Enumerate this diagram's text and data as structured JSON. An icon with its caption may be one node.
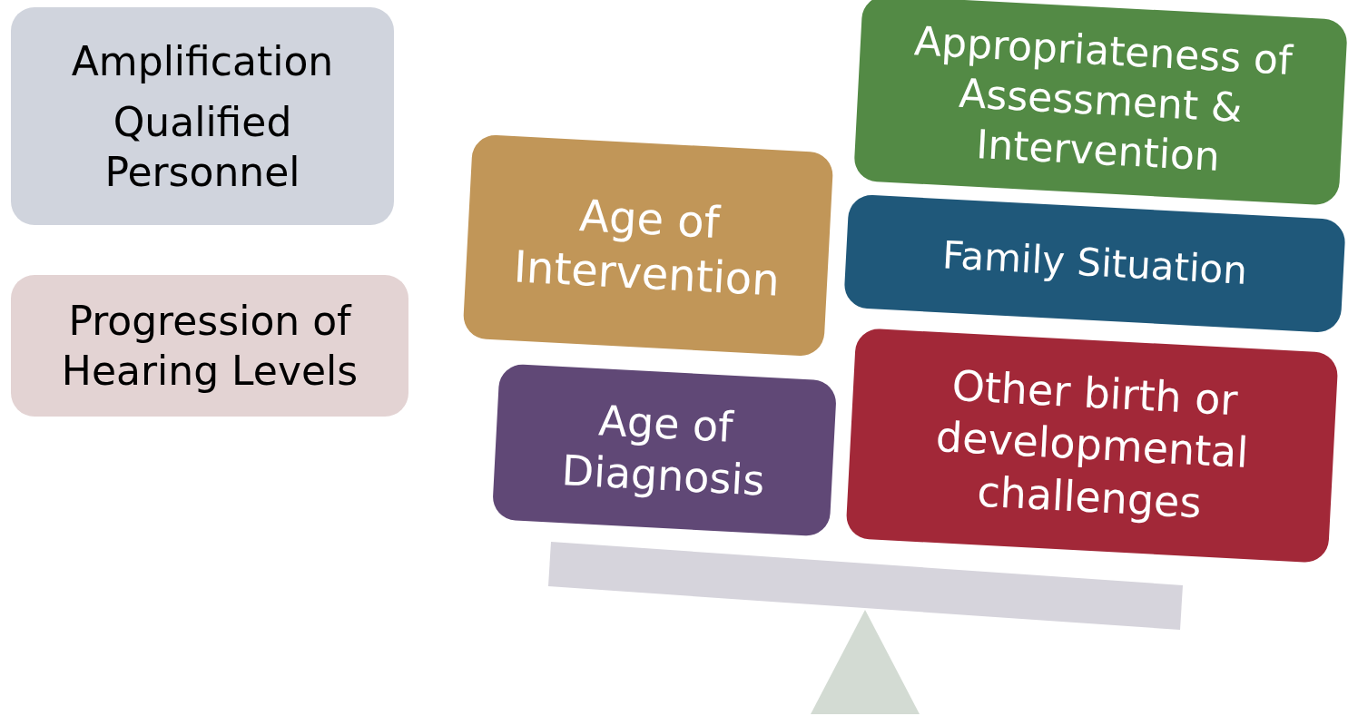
{
  "diagram": {
    "nodes": [
      {
        "text": [
          "Amplification",
          "Qualified Personnel"
        ]
      },
      {
        "text": [
          "Progression of Hearing Levels"
        ]
      },
      {
        "text": [
          "Age of Intervention"
        ]
      },
      {
        "text": [
          "Appropriateness of Assessment & Intervention"
        ]
      },
      {
        "text": [
          "Family Situation"
        ]
      },
      {
        "text": [
          "Age of Diagnosis"
        ]
      },
      {
        "text": [
          "Other birth or developmental challenges"
        ]
      }
    ]
  }
}
